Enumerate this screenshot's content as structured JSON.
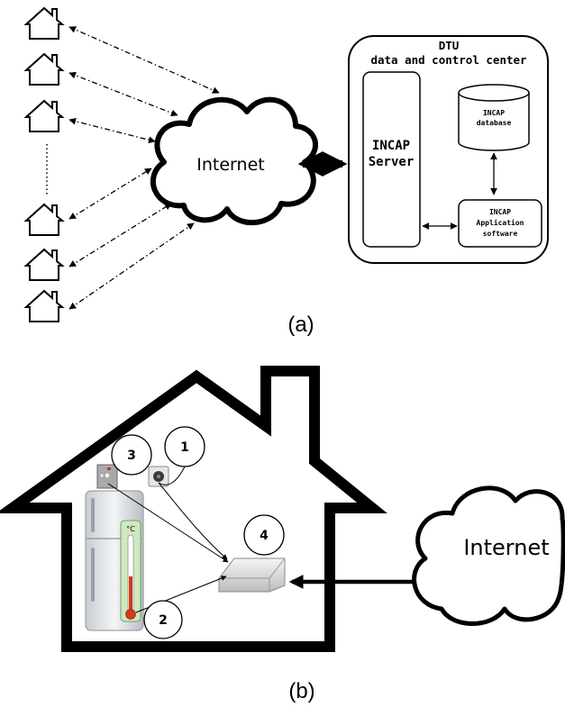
{
  "panel_a": {
    "caption": "(a)",
    "cloud_label": "Internet",
    "center_title_line1": "DTU",
    "center_title_line2": "data and control center",
    "server_line1": "INCAP",
    "server_line2": "Server",
    "database_line1": "INCAP",
    "database_line2": "database",
    "app_line1": "INCAP",
    "app_line2": "Application",
    "app_line3": "software"
  },
  "panel_b": {
    "caption": "(b)",
    "cloud_label": "Internet",
    "marker_1": "1",
    "marker_2": "2",
    "marker_3": "3",
    "marker_4": "4",
    "thermometer_unit": "°C"
  }
}
